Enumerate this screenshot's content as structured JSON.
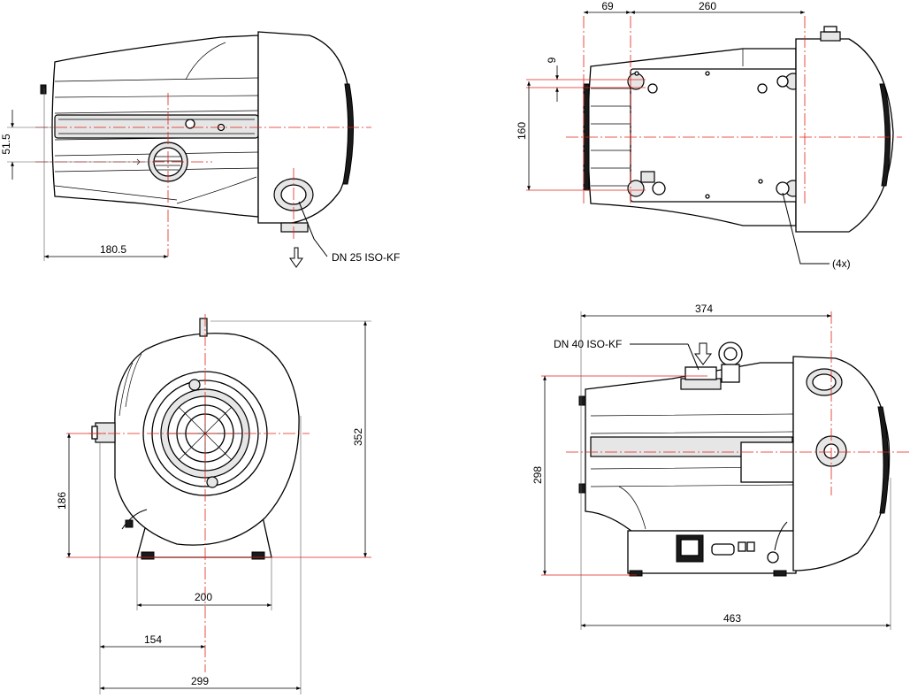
{
  "views": {
    "left_side": {
      "dim_width": "180.5",
      "dim_offset": "51.5",
      "outlet_label": "DN 25 ISO-KF"
    },
    "top": {
      "dim_a": "69",
      "dim_b": "260",
      "dim_hole": "9",
      "dim_height": "160",
      "qty_label": "(4x)"
    },
    "front": {
      "dim_height": "352",
      "dim_inlet": "186",
      "dim_feet": "200",
      "dim_center": "154",
      "dim_width": "299"
    },
    "right_side": {
      "dim_top": "374",
      "inlet_label": "DN 40 ISO-KF",
      "dim_height": "298",
      "dim_width": "463"
    }
  },
  "colors": {
    "outline": "#000000",
    "centerline": "#e2231a",
    "fill_light": "#e6e6e6",
    "fill_dark": "#1a1a1a"
  }
}
